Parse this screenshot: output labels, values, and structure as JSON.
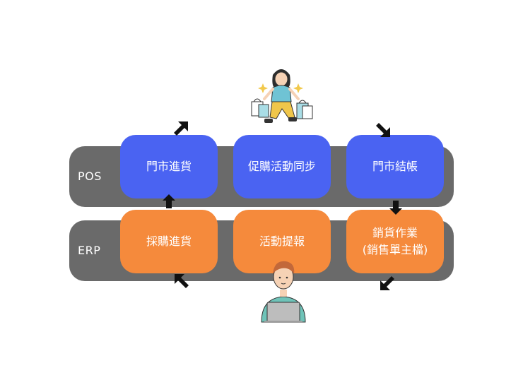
{
  "bands": {
    "pos_label": "POS",
    "erp_label": "ERP"
  },
  "pos_boxes": [
    {
      "label": "門市進貨"
    },
    {
      "label": "促購活動同步"
    },
    {
      "label": "門市結帳"
    }
  ],
  "erp_boxes": [
    {
      "label": "採購進貨"
    },
    {
      "label": "活動提報"
    },
    {
      "line1": "銷貨作業",
      "line2": "(銷售單主檔)"
    }
  ],
  "colors": {
    "pos_box": "#4a63f2",
    "erp_box": "#f58a3c",
    "band": "#6a6a6a",
    "arrow": "#111111"
  },
  "icons": {
    "shopper": "shopper-with-bags-illustration",
    "staff": "staff-with-laptop-illustration"
  }
}
